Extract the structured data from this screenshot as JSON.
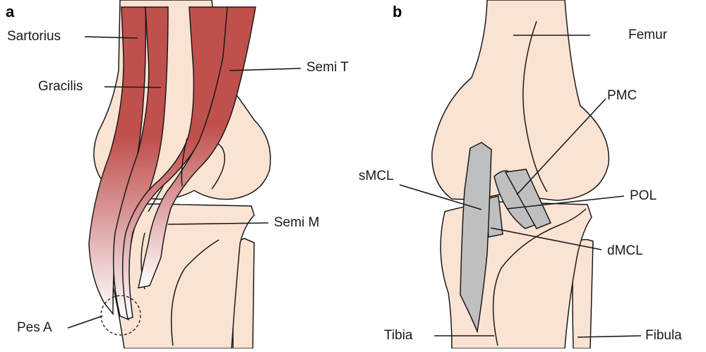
{
  "panels": {
    "a": "a",
    "b": "b"
  },
  "labels_a": {
    "sartorius": "Sartorius",
    "gracilis": "Gracilis",
    "semi_t": "Semi T",
    "semi_m": "Semi M",
    "pes_a": "Pes A"
  },
  "labels_b": {
    "femur": "Femur",
    "pmc": "PMC",
    "smcl": "sMCL",
    "pol": "POL",
    "dmcl": "dMCL",
    "tibia": "Tibia",
    "fibula": "Fibula"
  },
  "colors": {
    "bone": "#fbe3d3",
    "outline": "#1a1a1a",
    "muscle": "#c0504d",
    "ligament": "#bfbfbf"
  }
}
